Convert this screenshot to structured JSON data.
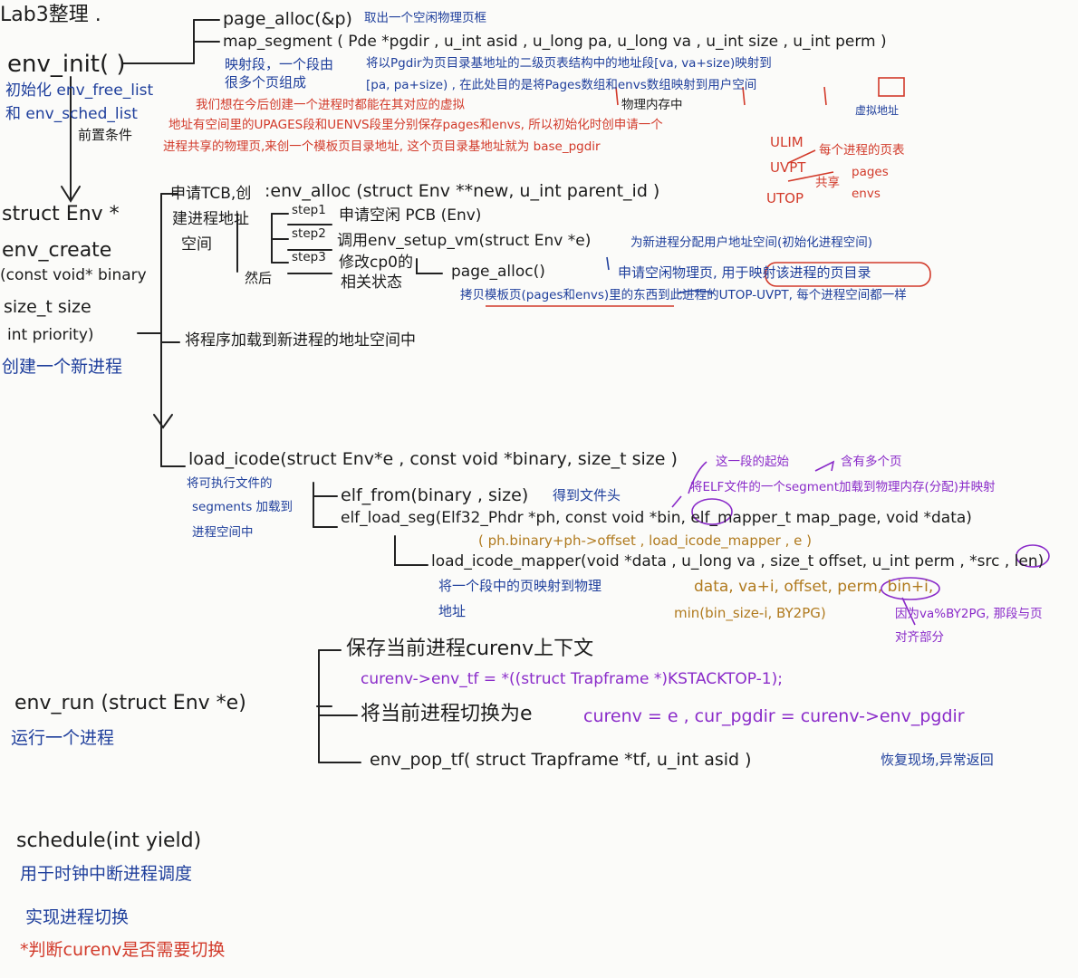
{
  "title": "Lab3整理 .",
  "env_init": {
    "label": "env_init( )",
    "desc1": "初始化 env_free_list",
    "desc2": "和 env_sched_list",
    "desc3": "前置条件",
    "page_alloc": "page_alloc(&p)",
    "page_alloc_note": "取出一个空闲物理页框",
    "map_segment": "map_segment ( Pde *pgdir , u_int asid , u_long pa, u_long va , u_int size , u_int perm )",
    "map_note1": "映射段，一个段由",
    "map_note2": "很多个页组成",
    "map_note3": "将以Pgdir为页目录基地址的二级页表结构中的地址段[va, va+size)映射到",
    "map_note4": "[pa, pa+size) , 在此处目的是将Pages数组和envs数组映射到用户空间",
    "map_note5": "物理内存中",
    "map_note6": "虚拟地址",
    "red1": "我们想在今后创建一个进程时都能在其对应的虚拟",
    "red2": "地址有空间里的UPAGES段和UENVS段里分别保存pages和envs, 所以初始化时创申请一个",
    "red3": "进程共享的物理页,来创一个模板页目录地址, 这个页目录基地址就为 base_pgdir",
    "ulim": "ULIM",
    "uvpt": "UVPT",
    "utop": "UTOP",
    "ulim_note": "每个进程的页表",
    "share": "共享",
    "pages": "pages",
    "envs": "envs"
  },
  "env_create": {
    "l1": "struct Env *",
    "l2": "env_create",
    "l3": "(const void* binary",
    "l4": "size_t size",
    "l5": "int priority)",
    "desc": "创建一个新进程",
    "alloc_pre": "申请TCB,创",
    "alloc_pre2": "建进程地址",
    "alloc_pre3": "空间",
    "env_alloc": ":env_alloc (struct Env **new, u_int parent_id )",
    "step1": "step1",
    "step2": "step2",
    "step3": "step3",
    "step1_text": "申请空闲 PCB (Env)",
    "step2_text": "调用env_setup_vm(struct Env *e)",
    "step2_note": "为新进程分配用户地址空间(初始化进程空间)",
    "step3_text": "修改cp0的",
    "step3_text2": "相关状态",
    "then": "然后",
    "page_alloc1": "page_alloc()",
    "page_alloc1_note": "申请空闲物理页, 用于映射该进程的页目录",
    "copy_note": "拷贝模板页(pages和envs)里的东西到此进程的UTOP-UVPT, 每个进程空间都一样",
    "load_note": "将程序加载到新进程的地址空间中"
  },
  "load_icode": {
    "sig": "load_icode(struct Env*e , const void *binary, size_t size )",
    "desc1": "将可执行文件的",
    "desc2": "segments 加载到",
    "desc3": "进程空间中",
    "elf_from": "elf_from(binary , size)",
    "elf_from_note": "得到文件头",
    "elf_load_seg": "elf_load_seg(Elf32_Phdr *ph, const void *bin, elf_mapper_t map_page, void *data)",
    "seg_note": "将ELF文件的一个segment加载到物理内存(分配)并映射",
    "seg_note2": "这一段的起始",
    "seg_note3": "含有多个页",
    "call_args": "( ph.binary+ph->offset , load_icode_mapper , e )",
    "mapper": "load_icode_mapper(void *data , u_long va , size_t offset, u_int perm , *src , len)",
    "mapper_note1": "将一个段中的页映射到物理",
    "mapper_note2": "地址",
    "mapper_args": "data,  va+i,  offset,  perm,  bin+i,",
    "mapper_min": "min(bin_size-i, BY2PG)",
    "offset_note1": "因为va%BY2PG, 那段与页",
    "offset_note2": "对齐部分"
  },
  "env_run": {
    "sig": "env_run (struct Env *e)",
    "desc": "运行一个进程",
    "b1": "保存当前进程curenv上下文",
    "b1_code": "curenv->env_tf = *((struct Trapframe *)KSTACKTOP-1);",
    "b2": "将当前进程切换为e",
    "b2_code": "curenv = e , cur_pgdir = curenv->env_pgdir",
    "b3": "env_pop_tf( struct Trapframe *tf, u_int asid )",
    "b3_note": "恢复现场,异常返回"
  },
  "schedule": {
    "sig": "schedule(int yield)",
    "d1": "用于时钟中断进程调度",
    "d2": "实现进程切换",
    "d3": "*判断curenv是否需要切换"
  }
}
